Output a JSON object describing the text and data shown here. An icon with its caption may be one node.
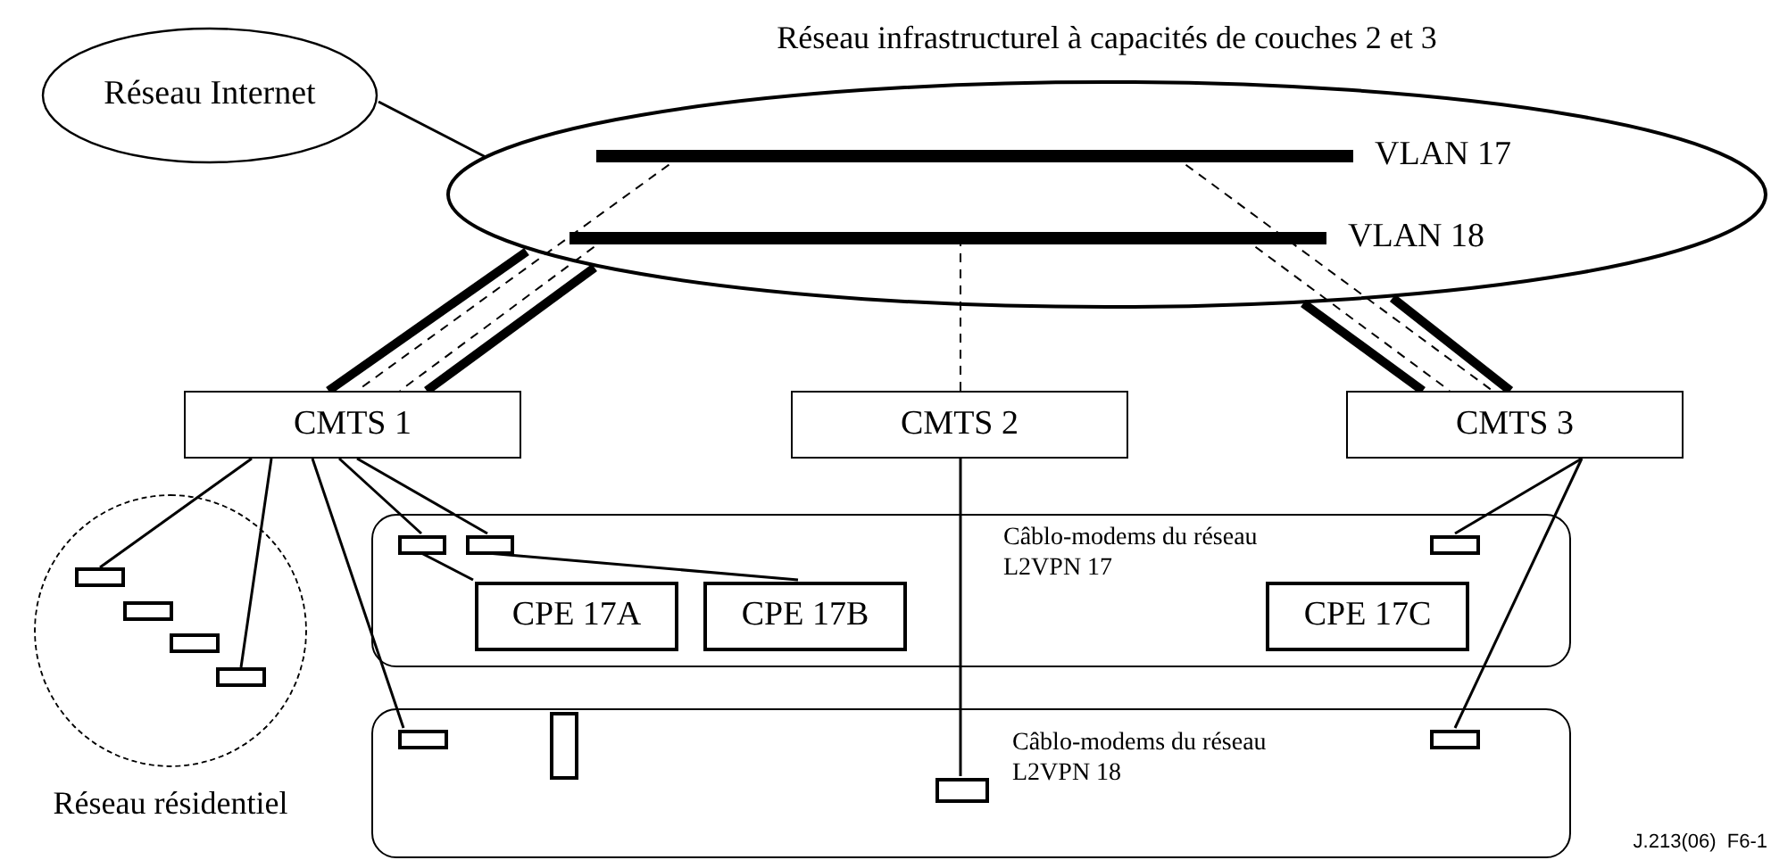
{
  "diagram": {
    "nodes": [
      {
        "text": [
          "Réseau Internet"
        ]
      },
      {
        "text": [
          "Réseau infrastructurel à capacités de couches 2 et 3"
        ]
      },
      {
        "text": [
          "VLAN 17"
        ],
        "in": 1
      },
      {
        "text": [
          "VLAN 18"
        ],
        "in": 1
      },
      {
        "text": [
          "CMTS 1"
        ]
      },
      {
        "text": [
          "CMTS 2"
        ]
      },
      {
        "text": [
          "CMTS 3"
        ]
      },
      {
        "text": [
          "Réseau résidentiel"
        ]
      },
      {
        "text": [],
        "shape": "box",
        "in": 7
      },
      {
        "text": [],
        "shape": "box",
        "in": 7
      },
      {
        "text": [],
        "shape": "box",
        "in": 7
      },
      {
        "text": [],
        "shape": "box",
        "in": 7
      },
      {
        "text": [
          "Câblo-modems du réseau L2VPN 17"
        ]
      },
      {
        "text": [],
        "shape": "box",
        "in": 12
      },
      {
        "text": [],
        "shape": "box",
        "in": 12
      },
      {
        "text": [
          "CPE 17A"
        ],
        "in": 12
      },
      {
        "text": [
          "CPE 17B"
        ],
        "in": 12
      },
      {
        "text": [],
        "shape": "box",
        "in": 12
      },
      {
        "text": [
          "CPE 17C"
        ],
        "in": 12
      },
      {
        "text": [
          "Câblo-modems du réseau L2VPN 18"
        ]
      },
      {
        "text": [],
        "shape": "box",
        "in": 19
      },
      {
        "text": [],
        "shape": "box",
        "in": 19
      },
      {
        "text": [],
        "shape": "box",
        "in": 19
      },
      {
        "text": [],
        "shape": "box",
        "in": 19
      }
    ],
    "edges": [
      {
        "from": 0,
        "to": 1,
        "arrow": "none"
      },
      {
        "from": 4,
        "to": 1,
        "arrow": "none",
        "style": "thick"
      },
      {
        "from": 4,
        "to": 1,
        "arrow": "none",
        "style": "thick"
      },
      {
        "from": 2,
        "to": 4,
        "arrow": "none",
        "style": "dashed"
      },
      {
        "from": 3,
        "to": 4,
        "arrow": "none",
        "style": "dashed"
      },
      {
        "from": 3,
        "to": 5,
        "arrow": "none",
        "style": "dashed"
      },
      {
        "from": 6,
        "to": 1,
        "arrow": "none",
        "style": "thick"
      },
      {
        "from": 6,
        "to": 1,
        "arrow": "none",
        "style": "thick"
      },
      {
        "from": 2,
        "to": 6,
        "arrow": "none",
        "style": "dashed"
      },
      {
        "from": 3,
        "to": 6,
        "arrow": "none",
        "style": "dashed"
      },
      {
        "from": 4,
        "to": 8,
        "arrow": "none"
      },
      {
        "from": 4,
        "to": 11,
        "arrow": "none"
      },
      {
        "from": 4,
        "to": 13,
        "arrow": "none"
      },
      {
        "from": 4,
        "to": 14,
        "arrow": "none"
      },
      {
        "from": 4,
        "to": 20,
        "arrow": "none"
      },
      {
        "from": 13,
        "to": 15,
        "arrow": "none"
      },
      {
        "from": 14,
        "to": 16,
        "arrow": "none"
      },
      {
        "from": 5,
        "to": 22,
        "arrow": "none"
      },
      {
        "from": 6,
        "to": 17,
        "arrow": "none"
      },
      {
        "from": 6,
        "to": 23,
        "arrow": "none"
      }
    ],
    "labels": [
      "J.213(06)  F6-1"
    ]
  }
}
